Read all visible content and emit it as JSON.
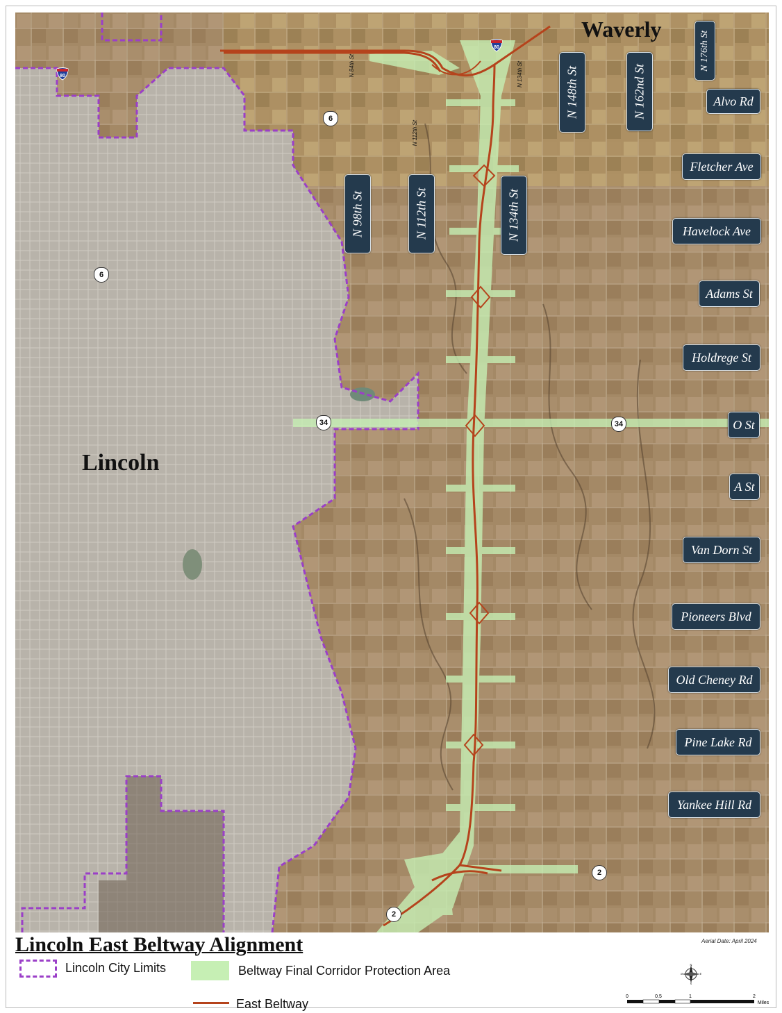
{
  "map": {
    "title": "Lincoln East Beltway Alignment",
    "aerial_date": "Aerial Date: April 2024",
    "places": {
      "lincoln": "Lincoln",
      "waverly": "Waverly"
    },
    "colors": {
      "city_limits": "#9b3fc8",
      "corridor": "#c6efb4",
      "beltway": "#b5431c",
      "label_bg": "#243a4d",
      "urban": "#b5b1a8",
      "rural": "#a68a66"
    },
    "east_west_labels": [
      "Alvo Rd",
      "Fletcher Ave",
      "Havelock Ave",
      "Adams St",
      "Holdrege St",
      "O St",
      "A St",
      "Van Dorn St",
      "Pioneers Blvd",
      "Old Cheney Rd",
      "Pine Lake Rd",
      "Yankee Hill Rd"
    ],
    "north_south_labels": [
      "N 98th St",
      "N 112th St",
      "N 134th St",
      "N 148th St",
      "N 162nd St",
      "N 176th St"
    ],
    "small_street_labels": [
      "N 84th St",
      "N 112th St",
      "N 134th St"
    ],
    "shields": {
      "interstate": "80",
      "us6": "6",
      "us34": "34",
      "ne2": "2"
    }
  },
  "legend": {
    "city_limits": "Lincoln City Limits",
    "corridor": "Beltway Final Corridor Protection Area",
    "beltway": "East Beltway"
  },
  "scale": {
    "ticks": [
      "0",
      "0.5",
      "1",
      "2"
    ],
    "unit": "Miles"
  },
  "north_arrow": {
    "icon": "north-arrow-icon",
    "letters": [
      "N",
      "E",
      "S",
      "W"
    ]
  }
}
